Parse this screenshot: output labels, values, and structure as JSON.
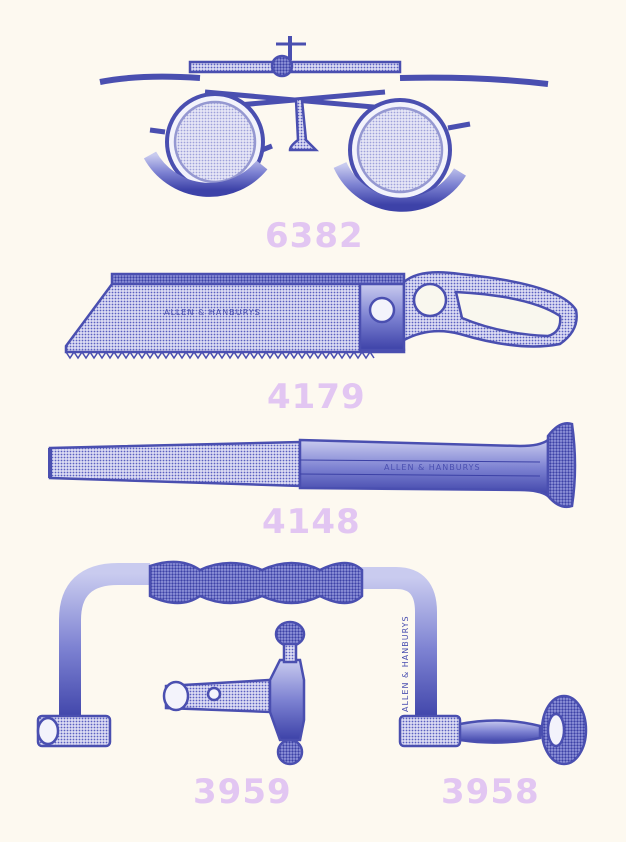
{
  "items": [
    {
      "number": "6382",
      "inscription": ""
    },
    {
      "number": "4179",
      "inscription": "ALLEN & HANBURYS"
    },
    {
      "number": "4148",
      "inscription": "ALLEN & HANBURYS"
    },
    {
      "number": "3959",
      "inscription": ""
    },
    {
      "number": "3958",
      "inscription": "ALLEN & HANBURYS"
    }
  ],
  "colors": {
    "ink": "#4a4fb0",
    "ink_light": "#8e93d8",
    "number": "#e2c6f2",
    "paper": "#fdf9f0"
  }
}
